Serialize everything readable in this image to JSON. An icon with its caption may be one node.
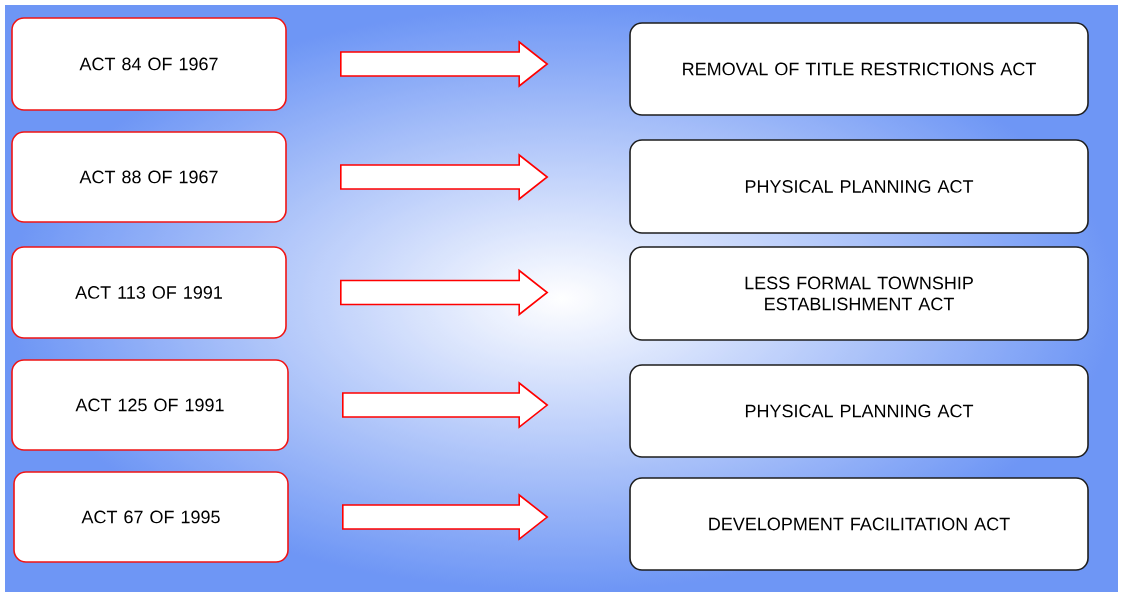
{
  "diagram": {
    "nodes": [
      {
        "text": [
          "ACT 84 OF 1967"
        ]
      },
      {
        "text": [
          "ACT 88 OF 1967"
        ]
      },
      {
        "text": [
          "ACT 113 OF 1991"
        ]
      },
      {
        "text": [
          "ACT 125 OF 1991"
        ]
      },
      {
        "text": [
          "ACT 67 OF 1995"
        ]
      },
      {
        "text": [
          "REMOVAL OF TITLE RESTRICTIONS ACT"
        ]
      },
      {
        "text": [
          "PHYSICAL PLANNING ACT"
        ]
      },
      {
        "text": [
          "LESS FORMAL TOWNSHIP ESTABLISHMENT ACT"
        ]
      },
      {
        "text": [
          "PHYSICAL PLANNING ACT"
        ]
      },
      {
        "text": [
          "DEVELOPMENT FACILITATION ACT"
        ]
      }
    ],
    "edges": [
      {
        "from": 0,
        "to": 5,
        "arrow": "to"
      },
      {
        "from": 1,
        "to": 6,
        "arrow": "to"
      },
      {
        "from": 2,
        "to": 7,
        "arrow": "to"
      },
      {
        "from": 3,
        "to": 8,
        "arrow": "to"
      },
      {
        "from": 4,
        "to": 9,
        "arrow": "to"
      }
    ]
  }
}
